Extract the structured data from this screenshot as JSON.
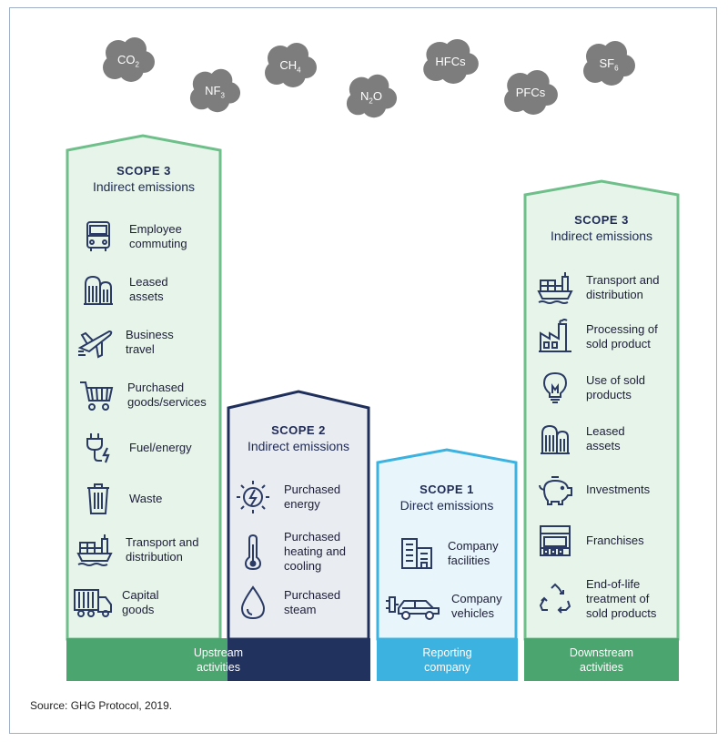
{
  "gases": [
    {
      "base": "CO",
      "sub": "2"
    },
    {
      "base": "NF",
      "sub": "3"
    },
    {
      "base": "CH",
      "sub": "4"
    },
    {
      "base": "N",
      "sub": "2",
      "tail": "O"
    },
    {
      "base": "HFCs",
      "sub": ""
    },
    {
      "base": "PFCs",
      "sub": ""
    },
    {
      "base": "SF",
      "sub": "6"
    }
  ],
  "upstream": {
    "title": "SCOPE 3",
    "subtitle": "Indirect emissions",
    "items": [
      {
        "label": "Employee\ncommuting",
        "icon": "bus-icon"
      },
      {
        "label": "Leased\nassets",
        "icon": "building-icon"
      },
      {
        "label": "Business\ntravel",
        "icon": "airplane-icon"
      },
      {
        "label": "Purchased\ngoods/services",
        "icon": "shopping-cart-icon"
      },
      {
        "label": "Fuel/energy",
        "icon": "plug-icon"
      },
      {
        "label": "Waste",
        "icon": "trash-icon"
      },
      {
        "label": "Transport and\ndistribution",
        "icon": "cargo-ship-icon"
      },
      {
        "label": "Capital\ngoods",
        "icon": "truck-icon"
      }
    ]
  },
  "scope2": {
    "title": "SCOPE 2",
    "subtitle": "Indirect emissions",
    "items": [
      {
        "label": "Purchased\nenergy",
        "icon": "lightbulb-energy-icon"
      },
      {
        "label": "Purchased\nheating and\ncooling",
        "icon": "thermometer-icon"
      },
      {
        "label": "Purchased\nsteam",
        "icon": "water-drop-icon"
      }
    ]
  },
  "scope1": {
    "title": "SCOPE 1",
    "subtitle": "Direct emissions",
    "items": [
      {
        "label": "Company\nfacilities",
        "icon": "office-building-icon"
      },
      {
        "label": "Company\nvehicles",
        "icon": "electric-car-icon"
      }
    ]
  },
  "downstream": {
    "title": "SCOPE 3",
    "subtitle": "Indirect emissions",
    "items": [
      {
        "label": "Transport and\ndistribution",
        "icon": "cargo-ship-icon"
      },
      {
        "label": "Processing of\nsold product",
        "icon": "factory-icon"
      },
      {
        "label": "Use of sold\nproducts",
        "icon": "lightbulb-icon"
      },
      {
        "label": "Leased\nassets",
        "icon": "building-icon"
      },
      {
        "label": "Investments",
        "icon": "piggy-bank-icon"
      },
      {
        "label": "Franchises",
        "icon": "storefront-icon"
      },
      {
        "label": "End-of-life\ntreatment of\nsold products",
        "icon": "recycle-icon"
      }
    ]
  },
  "bands": {
    "upstream": "Upstream\nactivities",
    "reporting": "Reporting\ncompany",
    "downstream": "Downstream\nactivities"
  },
  "source": "Source: GHG Protocol, 2019.",
  "colors": {
    "green_border": "#6fbf8a",
    "green_fill": "#e6f4ea",
    "green_band": "#4aa56e",
    "navy_border": "#1f2f5c",
    "navy_fill": "#e9ecf1",
    "navy_band": "#1f2f5c",
    "blue_border": "#3cb2e0",
    "blue_fill": "#e8f5fb",
    "blue_band": "#3cb2e0",
    "cloud": "#7d7d7d"
  }
}
